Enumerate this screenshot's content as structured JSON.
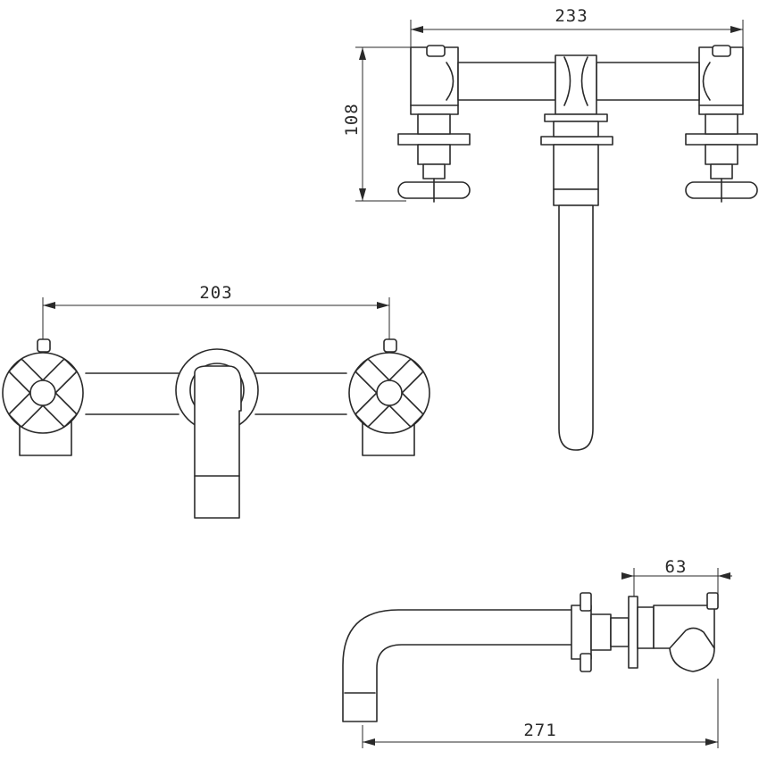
{
  "dimensions": {
    "top_width": "233",
    "top_height": "108",
    "front_width": "203",
    "side_depth": "63",
    "side_projection": "271"
  }
}
